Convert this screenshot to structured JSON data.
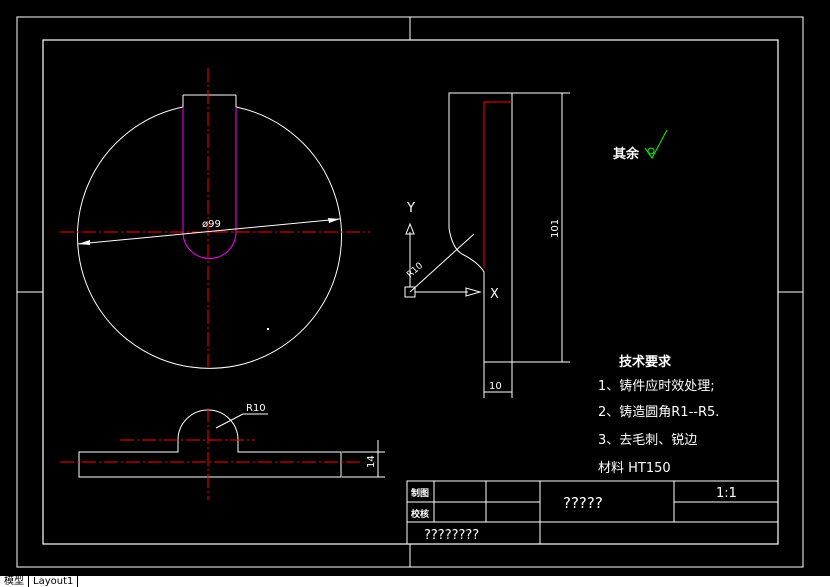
{
  "dimensions": {
    "diameter": "ø99",
    "radius_top": "R10",
    "height": "14",
    "length": "101",
    "width": "10",
    "fillet": "R10"
  },
  "axes": {
    "y_label": "Y",
    "x_label": "X"
  },
  "surface_finish": {
    "label": "其余"
  },
  "tech_requirements": {
    "title": "技术要求",
    "items": [
      "1、铸件应时效处理;",
      "2、铸造圆角R1--R5.",
      "3、去毛刺、锐边"
    ],
    "material": "材料 HT150"
  },
  "title_block": {
    "drawn_by": "制图",
    "checked_by": "校核",
    "part_name": "?????",
    "scale": "1:1",
    "org": "????????"
  },
  "tabs": [
    "模型",
    "Layout1"
  ],
  "colors": {
    "geometry": "#ffffff",
    "centerline": "#ff0000",
    "slot": "#ff00ff",
    "finish_mark": "#00ff00"
  }
}
